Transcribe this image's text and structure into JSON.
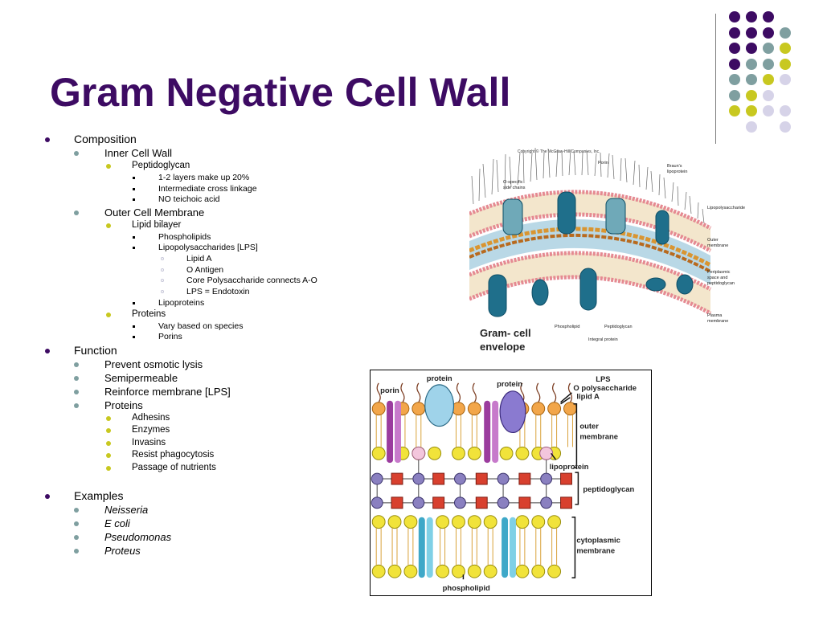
{
  "slide": {
    "title": "Gram Negative Cell Wall",
    "decor_colors": {
      "purple": "#3d0b63",
      "teal": "#7f9fa0",
      "yellow": "#c8c820",
      "lavender": "#d6d3e8"
    }
  },
  "outline": {
    "composition": "Composition",
    "inner_cell_wall": "Inner Cell Wall",
    "peptidoglycan": "Peptidoglycan",
    "pg_layers": "1-2 layers make up 20%",
    "pg_cross": "Intermediate cross linkage",
    "pg_teichoic": "NO teichoic acid",
    "outer_cell_membrane": "Outer Cell Membrane",
    "lipid_bilayer": "Lipid bilayer",
    "phospholipids": "Phospholipids",
    "lps": "Lipopolysaccharides [LPS]",
    "lipid_a": "Lipid A",
    "o_antigen": "O Antigen",
    "core_poly": "Core Polysaccharide connects A-O",
    "lps_endotoxin": "LPS = Endotoxin",
    "lipoproteins": "Lipoproteins",
    "proteins1": "Proteins",
    "vary": "Vary based on species",
    "porins": "Porins",
    "function": "Function",
    "prevent_lysis": "Prevent osmotic lysis",
    "semipermeable": "Semipermeable",
    "reinforce": "Reinforce membrane [LPS]",
    "proteins2": "Proteins",
    "adhesins": "Adhesins",
    "enzymes": "Enzymes",
    "invasins": "Invasins",
    "resist": "Resist phagocytosis",
    "passage": "Passage of nutrients",
    "examples": "Examples",
    "neisseria": "Neisseria",
    "ecoli": "E coli",
    "pseudomonas": "Pseudomonas",
    "proteus": "Proteus"
  },
  "figure_top": {
    "copyright": "Copyright © The McGraw-Hill Companies, Inc.",
    "o_specific": "O-specific",
    "side_chains": "side chains",
    "porin": "Porin",
    "brauns": "Braun's",
    "lipoprotein": "lipoprotein",
    "lipopolysaccharide": "Lipopolysaccharide",
    "outer": "Outer",
    "membrane": "membrane",
    "periplasmic": "Periplasmic",
    "space_and": "space and",
    "peptidoglycan_lc": "peptidoglycan",
    "plasma": "Plasma",
    "membrane2": "membrane",
    "phospholipid": "Phospholipid",
    "peptidoglycan": "Peptidoglycan",
    "integral_protein": "Integral protein",
    "caption_line1": "Gram- cell",
    "caption_line2": "envelope"
  },
  "figure_bottom": {
    "protein1": "protein",
    "protein2": "protein",
    "porin": "porin",
    "lps": "LPS",
    "o_polysaccharide": "O polysaccharide",
    "lipid_a": "lipid A",
    "outer": "outer",
    "membrane": "membrane",
    "lipoprotein": "lipoprotein",
    "peptidoglycan": "peptidoglycan",
    "cytoplasmic": "cytoplasmic",
    "membrane2": "membrane",
    "phospholipid": "phospholipid"
  }
}
